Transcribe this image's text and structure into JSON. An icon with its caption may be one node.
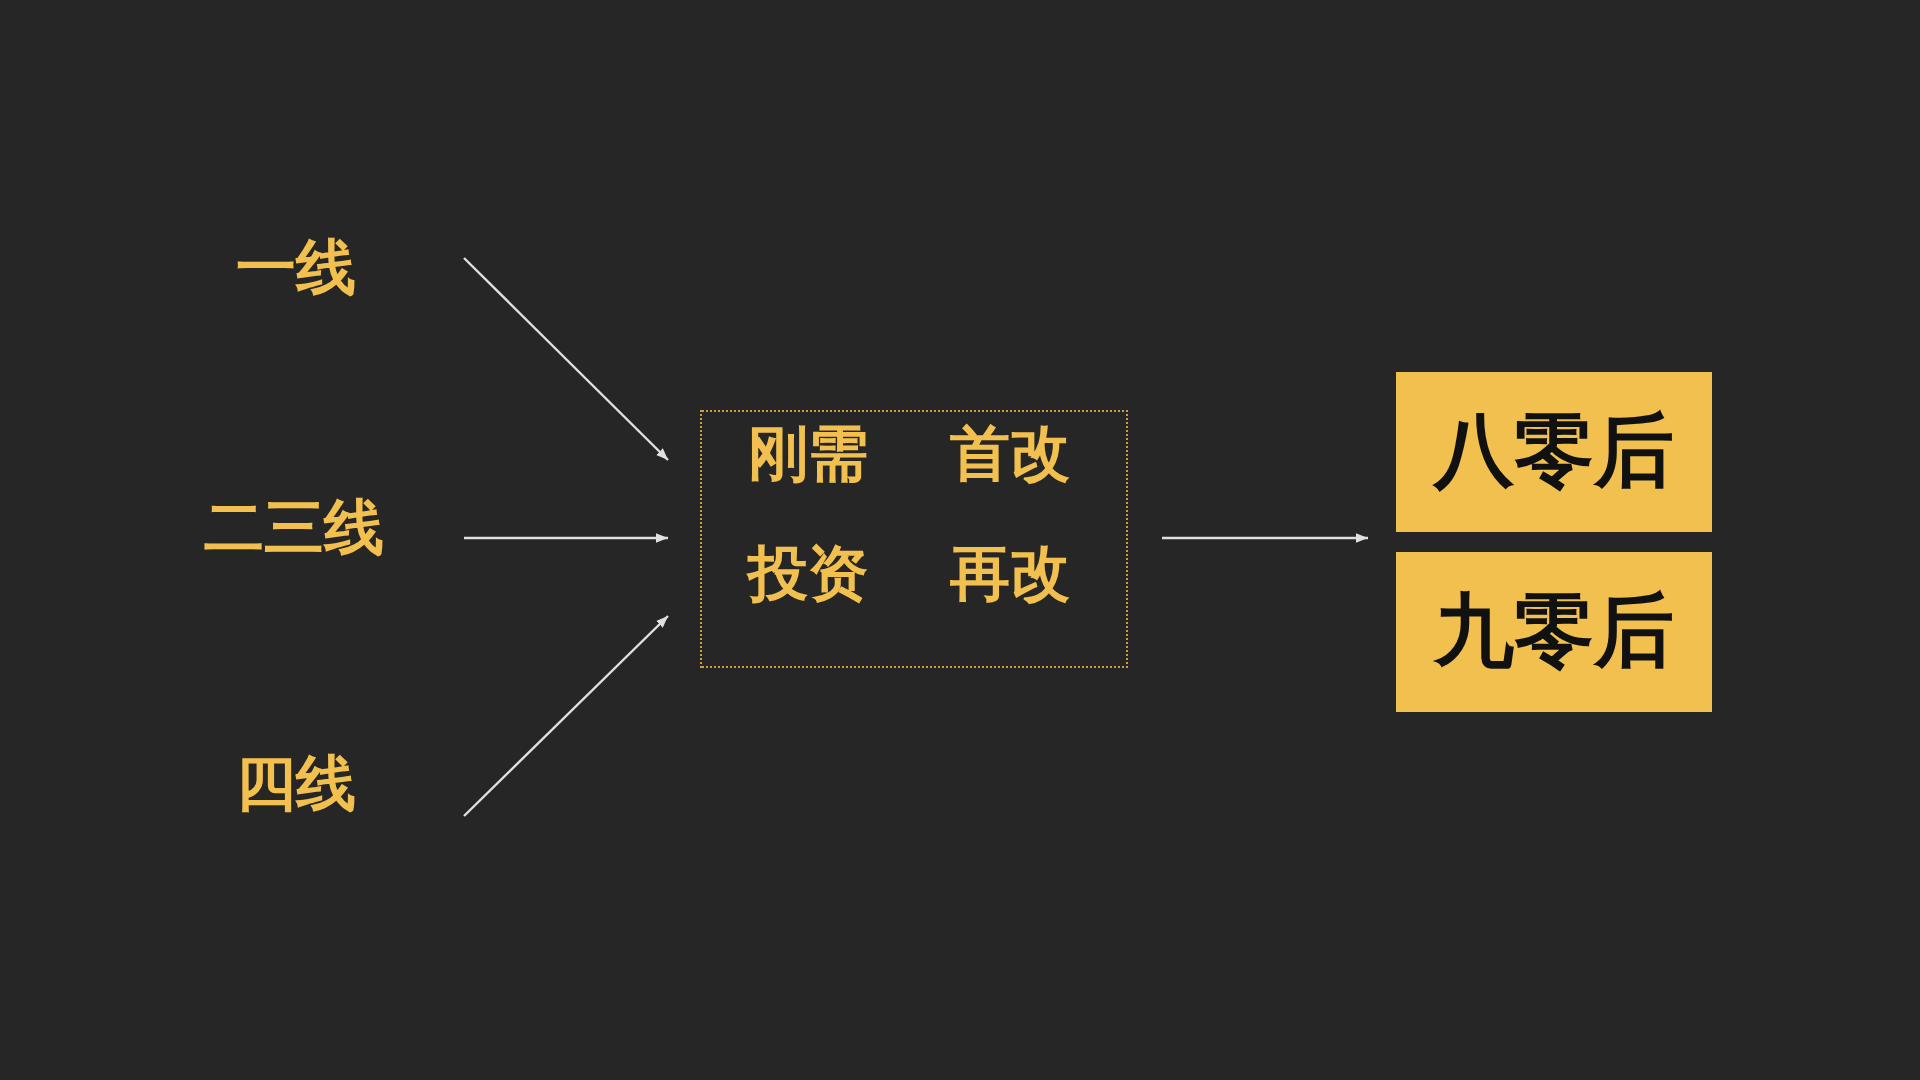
{
  "diagram": {
    "nodes": [
      {
        "text": [
          "一线"
        ]
      },
      {
        "text": [
          "二三线"
        ]
      },
      {
        "text": [
          "四线"
        ]
      },
      {
        "text": [
          "刚需",
          "首改",
          "投资",
          "再改"
        ]
      },
      {
        "text": [
          "八零后"
        ]
      },
      {
        "text": [
          "九零后"
        ]
      }
    ],
    "edges": [
      {
        "from": 0,
        "to": 3,
        "arrow": "to"
      },
      {
        "from": 1,
        "to": 3,
        "arrow": "to"
      },
      {
        "from": 2,
        "to": 3,
        "arrow": "to"
      },
      {
        "from": 3,
        "to": 4,
        "arrow": "to"
      },
      {
        "from": 3,
        "to": 5,
        "arrow": "to"
      }
    ]
  }
}
